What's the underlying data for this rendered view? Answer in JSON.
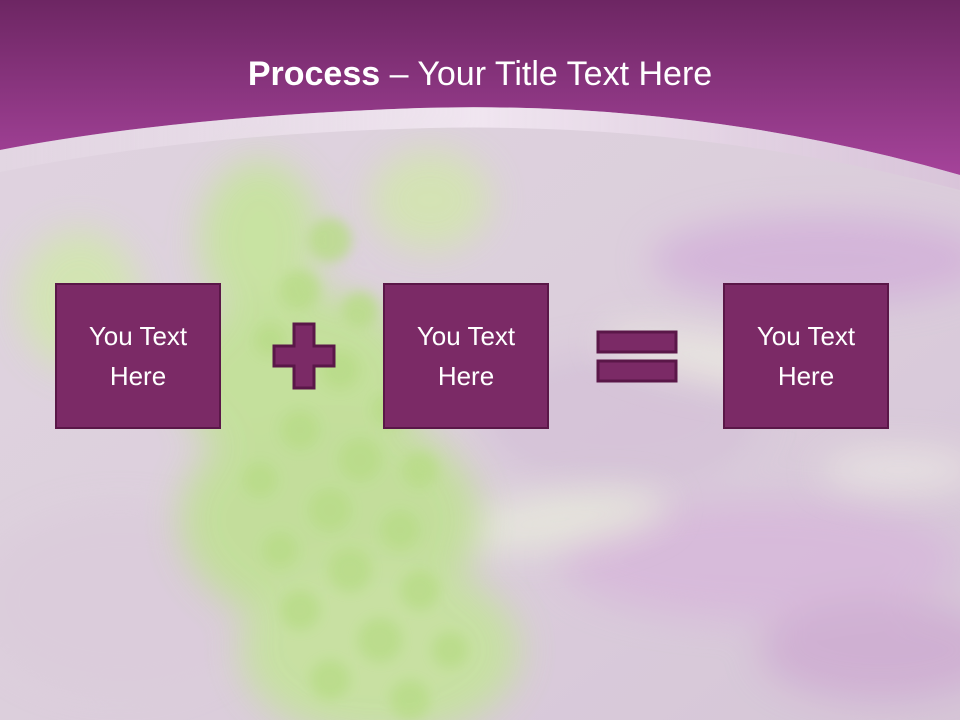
{
  "slide": {
    "title_bold": "Process",
    "title_rest": " – Your Title Text Here"
  },
  "boxes": [
    {
      "text": "You Text Here"
    },
    {
      "text": "You Text Here"
    },
    {
      "text": "You Text Here"
    }
  ],
  "operators": [
    "plus",
    "equals"
  ],
  "colors": {
    "header_dark": "#6d2663",
    "header_light": "#9b3d8e",
    "box_fill": "#7b2a66",
    "box_border": "#5a1748",
    "background": "#d7c9d6",
    "flower_green": "#b6e07a"
  }
}
